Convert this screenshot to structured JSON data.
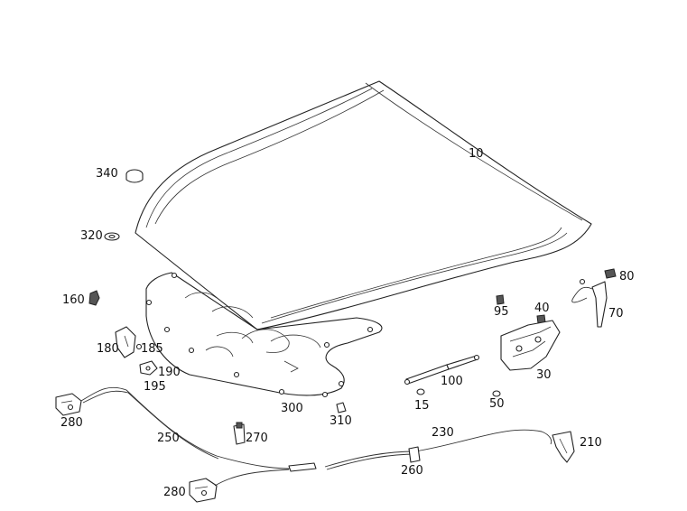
{
  "callouts": {
    "p10": "10",
    "p15": "15",
    "p30": "30",
    "p40": "40",
    "p50": "50",
    "p70": "70",
    "p80": "80",
    "p95": "95",
    "p100": "100",
    "p160": "160",
    "p180": "180",
    "p185": "185",
    "p190": "190",
    "p195": "195",
    "p210": "210",
    "p230": "230",
    "p250": "250",
    "p260": "260",
    "p270": "270",
    "p280a": "280",
    "p280b": "280",
    "p300": "300",
    "p310": "310",
    "p320": "320",
    "p340": "340"
  }
}
